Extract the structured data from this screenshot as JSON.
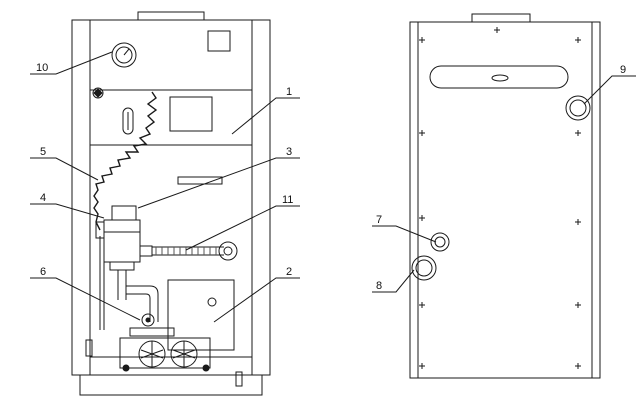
{
  "callouts": {
    "c1": "1",
    "c2": "2",
    "c3": "3",
    "c4": "4",
    "c5": "5",
    "c6": "6",
    "c7": "7",
    "c8": "8",
    "c9": "9",
    "c10": "10",
    "c11": "11"
  },
  "colors": {
    "line": "#1a1a1a",
    "hatch": "#555555",
    "background": "#ffffff"
  }
}
